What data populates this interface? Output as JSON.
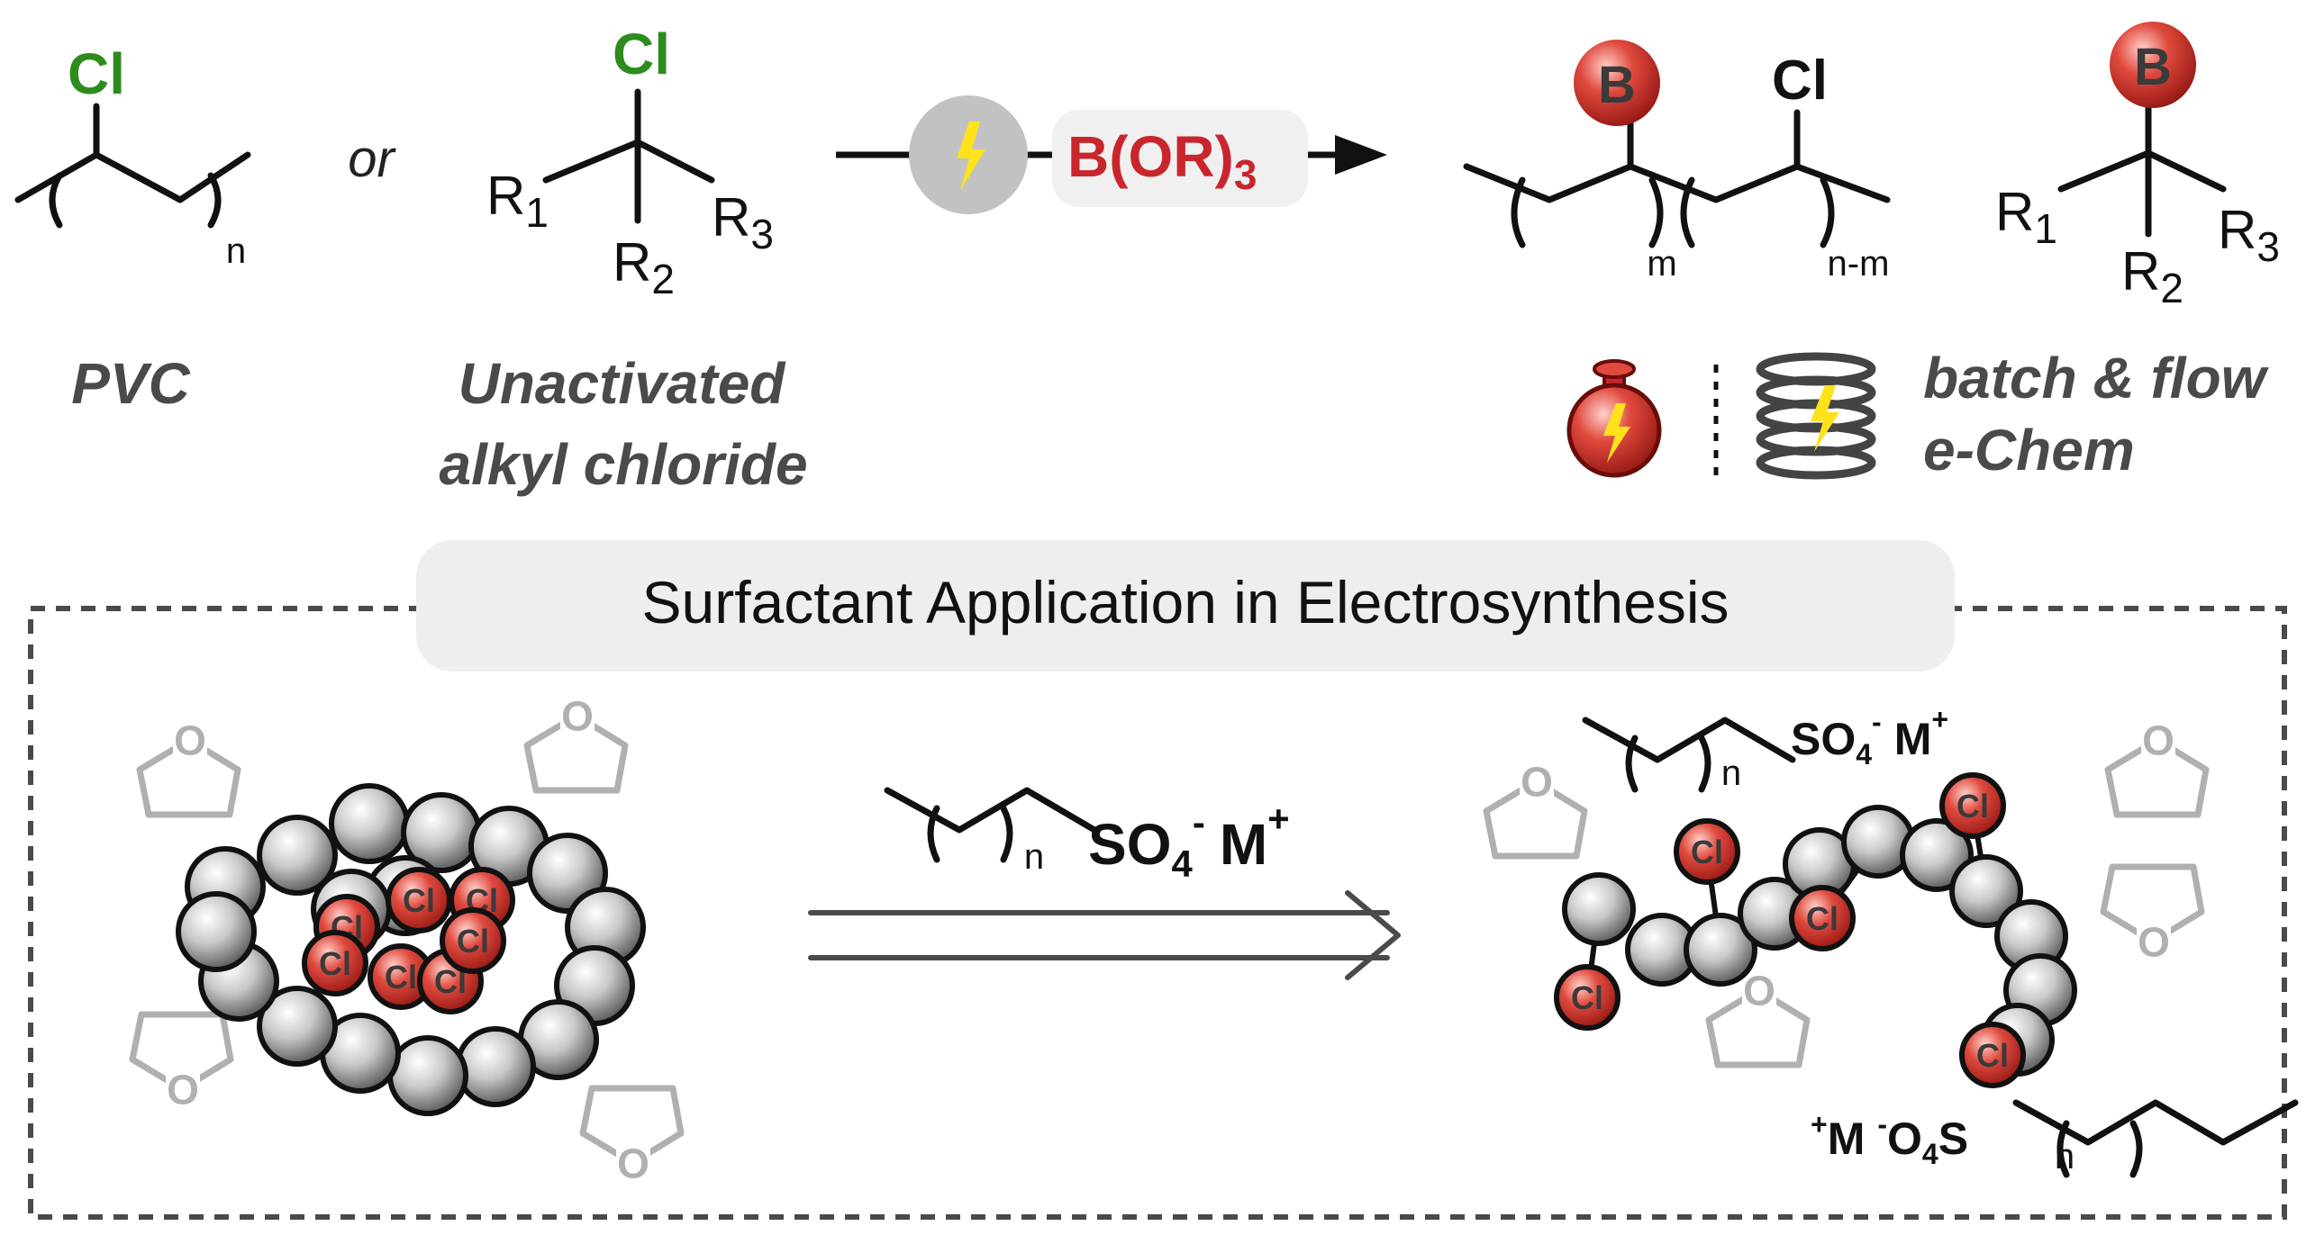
{
  "reaction": {
    "pvc": {
      "atom": "Cl",
      "repeat": "n",
      "label": "PVC"
    },
    "connector": "or",
    "alkyl": {
      "atom": "Cl",
      "r1": "R",
      "r1_sub": "1",
      "r2": "R",
      "r2_sub": "2",
      "r3": "R",
      "r3_sub": "3",
      "label_line1": "Unactivated",
      "label_line2": "alkyl chloride"
    },
    "reagent": {
      "main": "B(OR)",
      "sub": "3"
    },
    "product_polymer": {
      "atom1": "B",
      "atom2": "Cl",
      "repeat1": "m",
      "repeat2": "n-m"
    },
    "product_alkyl": {
      "atom": "B",
      "r1": "R",
      "r1_sub": "1",
      "r2": "R",
      "r2_sub": "2",
      "r3": "R",
      "r3_sub": "3"
    },
    "modes": {
      "line1": "batch & flow",
      "line2": "e-Chem"
    }
  },
  "panel": {
    "title": "Surfactant Application in Electrosynthesis",
    "bead_label": "Cl",
    "surfactant": {
      "repeat": "n",
      "group": "SO",
      "group_sub": "4",
      "group_sup": "-",
      "cation": "M",
      "cation_sup": "+"
    },
    "surfactant_bottom": {
      "cation_sup": "+",
      "cation": "M",
      "anion_sup": "-",
      "group": "O",
      "group_sub": "4",
      "group_end": "S",
      "repeat": "n"
    },
    "solvent_atom": "O"
  },
  "colors": {
    "chlorine_green": "#2e8b1e",
    "reagent_red": "#c8262c",
    "bead_red": "#c8262c",
    "text_grey": "#4a4a4a",
    "solvent_grey": "#b0b0b0",
    "bolt_yellow": "#ffe21a",
    "title_bg": "#eeeeee",
    "reagent_bg": "#f0f0f0"
  }
}
